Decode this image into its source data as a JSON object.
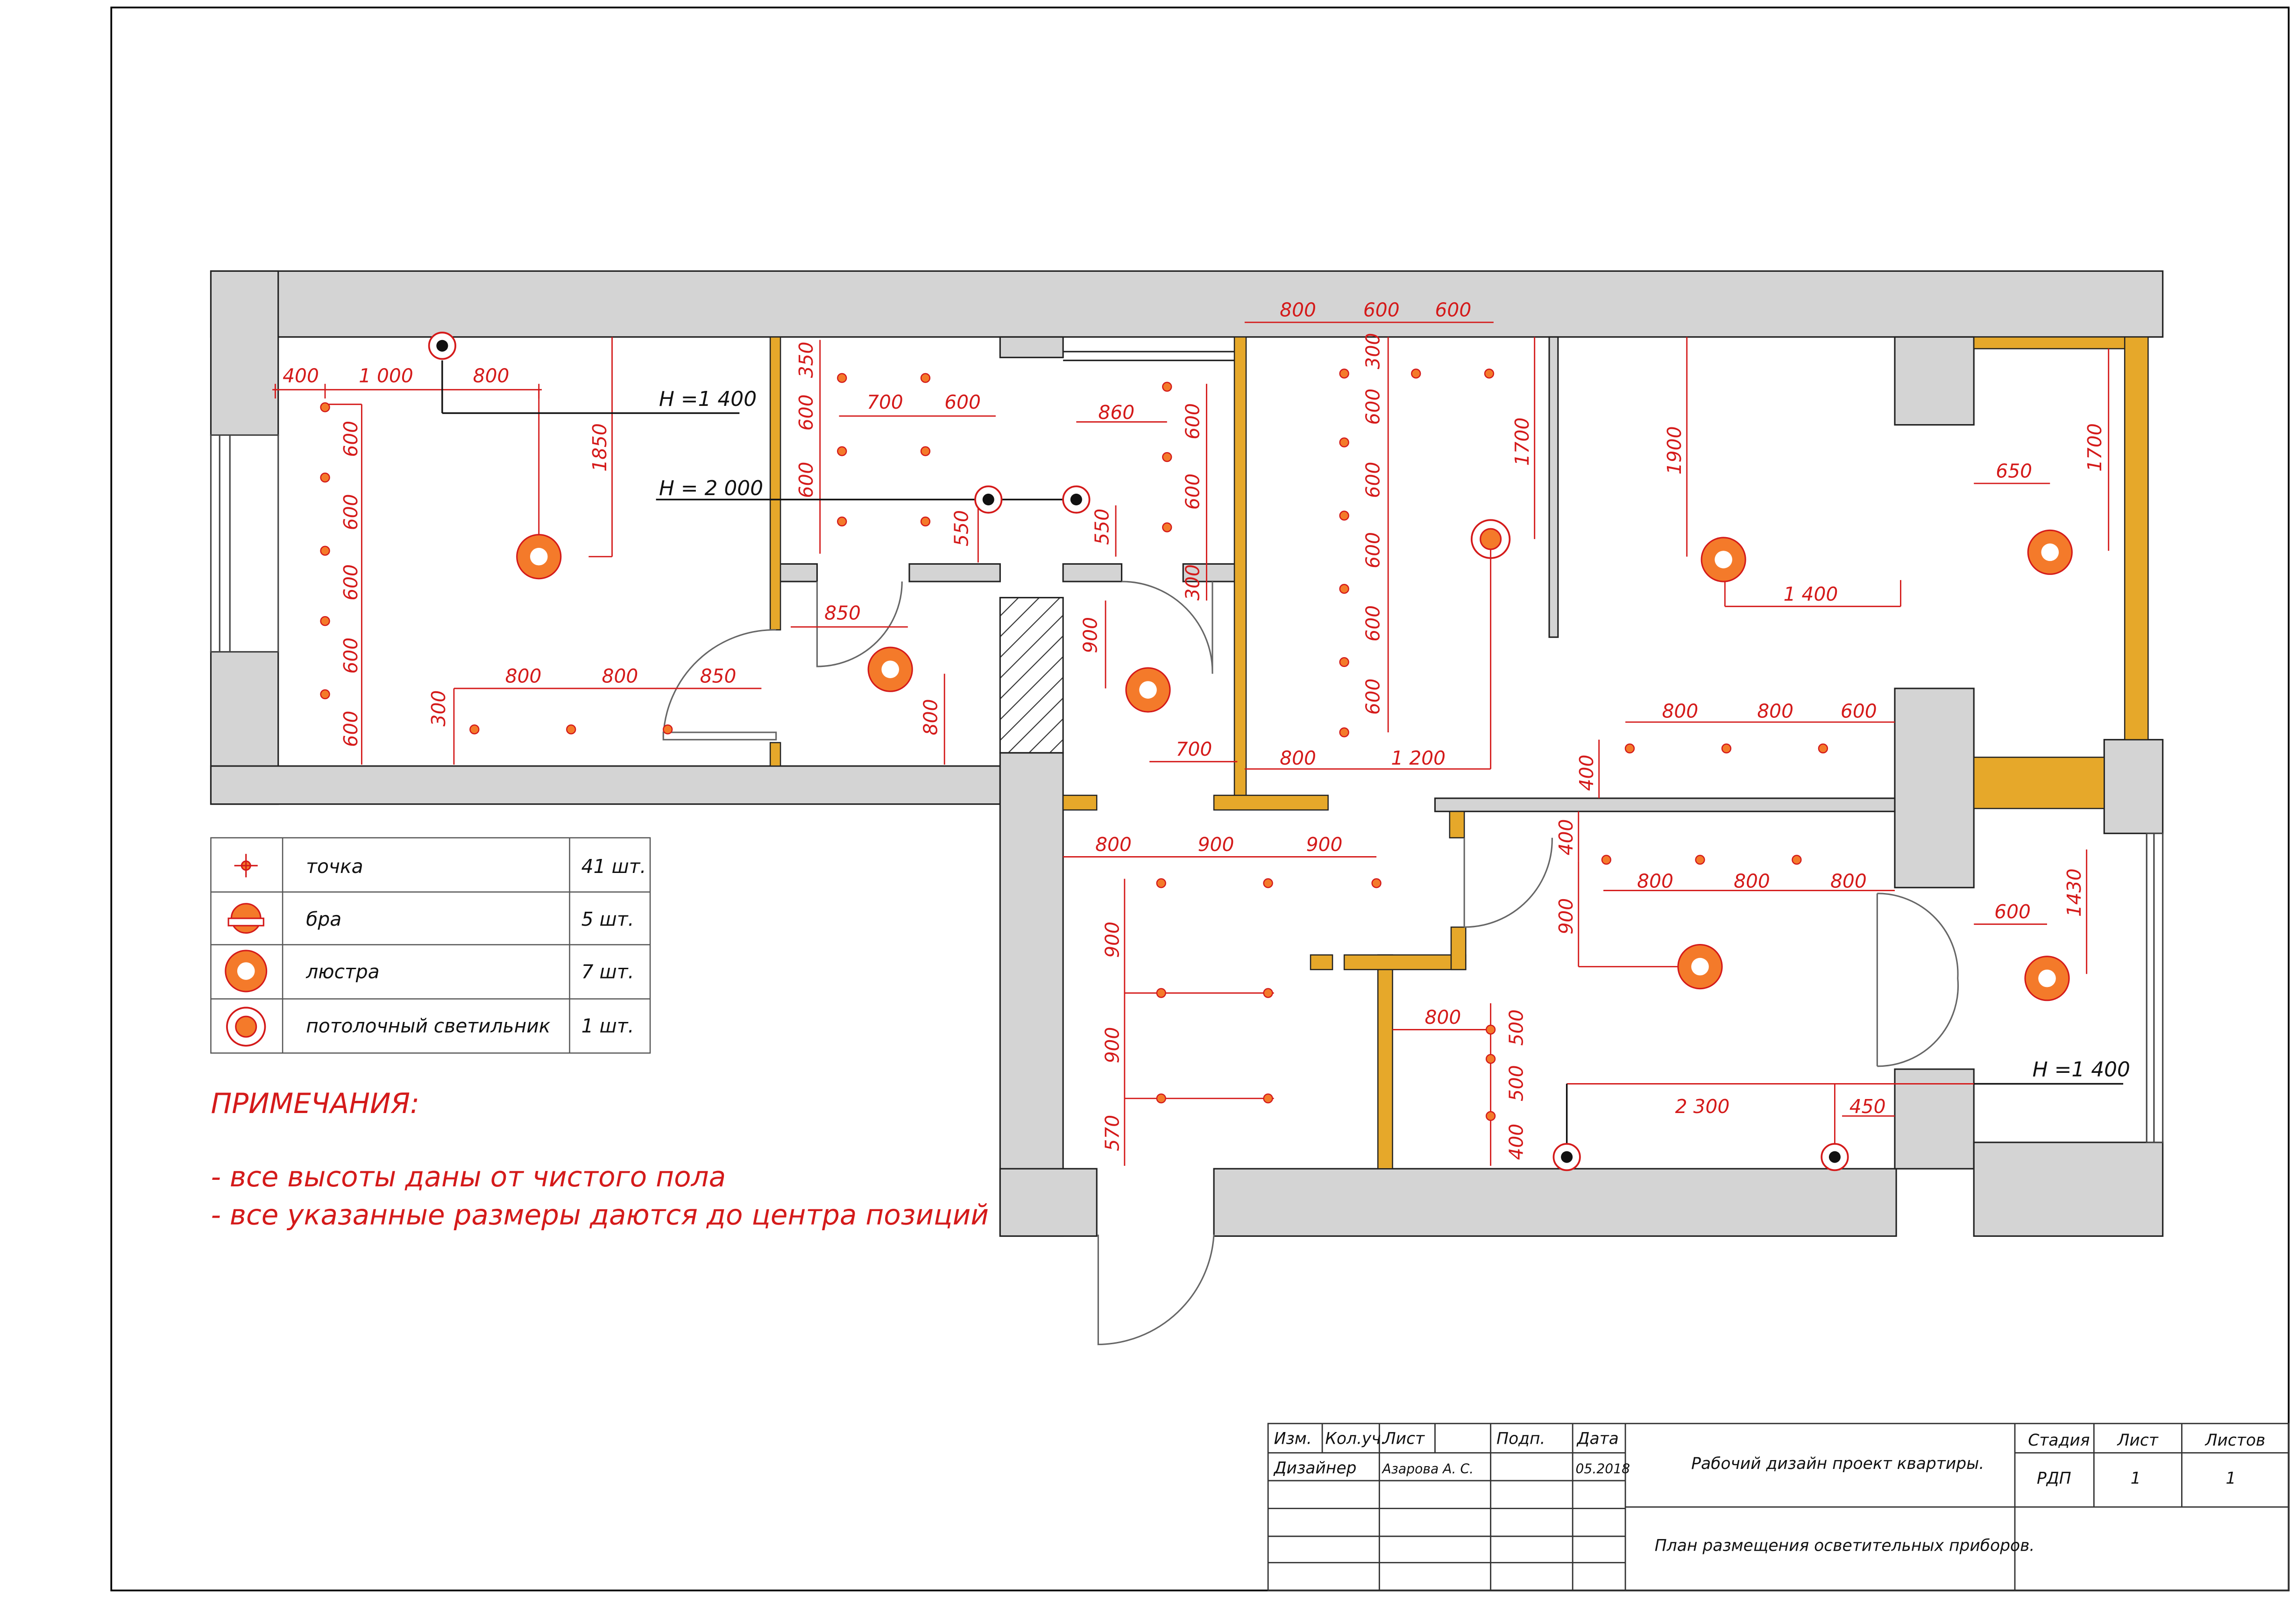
{
  "plan": {
    "heights": [
      "H =1 400",
      "H = 2 000",
      "H =1 400"
    ],
    "dims": {
      "room1": [
        "400",
        "1 000",
        "800",
        "1850",
        "600",
        "600",
        "600",
        "600",
        "600",
        "300",
        "800",
        "800",
        "850"
      ],
      "bath": [
        "350",
        "600",
        "700",
        "600",
        "600",
        "550"
      ],
      "hall_small": [
        "850",
        "800"
      ],
      "corridor_bath": [
        "860",
        "600",
        "600",
        "550",
        "300",
        "900",
        "700"
      ],
      "kitchen": [
        "800",
        "600",
        "600",
        "300",
        "600",
        "600",
        "600",
        "600",
        "600",
        "1700",
        "800",
        "1 200"
      ],
      "living": [
        "1900",
        "650",
        "1700",
        "1 400"
      ],
      "lower_right": [
        "800",
        "800",
        "600",
        "400",
        "400",
        "900",
        "800",
        "800",
        "800",
        "600",
        "1430",
        "2 300",
        "450"
      ],
      "lower_left": [
        "800",
        "900",
        "900",
        "900",
        "900",
        "570",
        "800",
        "500",
        "500",
        "400"
      ]
    }
  },
  "legend": {
    "rows": [
      {
        "icon": "point-icon",
        "label": "точка",
        "count": "41 шт."
      },
      {
        "icon": "sconce-icon",
        "label": "бра",
        "count": "5 шт."
      },
      {
        "icon": "chandelier-icon",
        "label": "люстра",
        "count": "7 шт."
      },
      {
        "icon": "ceiling-lamp-icon",
        "label": "потолочный светильник",
        "count": "1 шт."
      }
    ]
  },
  "notes": {
    "title": "ПРИМЕЧАНИЯ:",
    "items": [
      "- все высоты даны от чистого пола",
      "- все указанные размеры даются до центра позиций"
    ]
  },
  "title_block": {
    "headers": [
      "Изм.",
      "Кол.уч.",
      "Лист",
      "Подп.",
      "Дата"
    ],
    "role": "Дизайнер",
    "name": "Азарова А. С.",
    "date": "05.2018",
    "project": "Рабочий дизайн проект квартиры.",
    "sheet_title": "План размещения осветительных приборов.",
    "stage_header": "Стадия",
    "sheet_header": "Лист",
    "sheets_header": "Листов",
    "stage": "РДП",
    "sheet": "1",
    "sheets": "1"
  },
  "colors": {
    "wall": "#d4d4d4",
    "partition": "#e6a82a",
    "dimension": "#d41a1a",
    "fixture": "#f47a2a"
  }
}
